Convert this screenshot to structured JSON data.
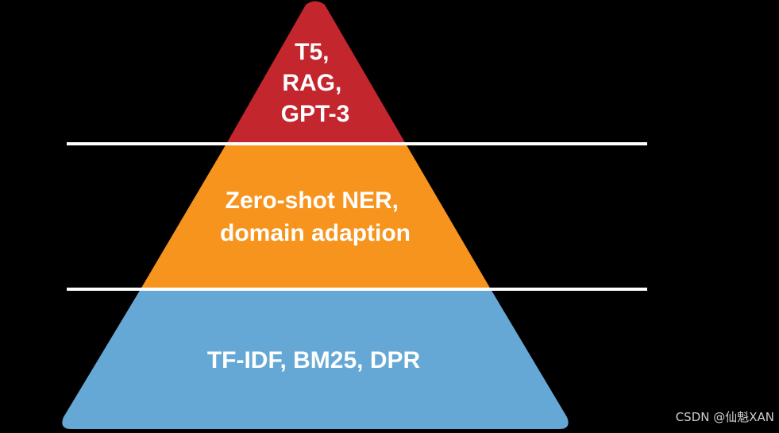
{
  "diagram": {
    "tiers": [
      {
        "id": "top",
        "lines": [
          "T5,",
          "RAG,",
          "GPT-3"
        ],
        "color": "#c4262e"
      },
      {
        "id": "middle",
        "lines": [
          "Zero-shot NER,",
          "domain adaption"
        ],
        "color": "#f7941d"
      },
      {
        "id": "bottom",
        "lines": [
          "TF-IDF, BM25, DPR"
        ],
        "color": "#65a8d6"
      }
    ],
    "divider_color": "#ffffff",
    "background": "#000000"
  },
  "watermark": {
    "text": "CSDN @仙魁XAN"
  }
}
